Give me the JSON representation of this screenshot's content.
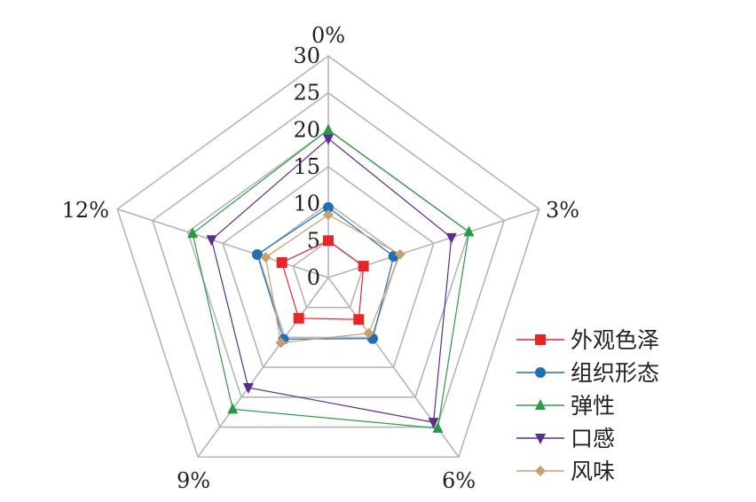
{
  "chart_data": {
    "type": "radar",
    "title": "",
    "axes": [
      "0%",
      "3%",
      "6%",
      "9%",
      "12%"
    ],
    "rlim": [
      0,
      30
    ],
    "rticks": [
      0,
      5,
      10,
      15,
      20,
      25,
      30
    ],
    "grid": true,
    "legend_position": "bottom-right",
    "series": [
      {
        "name": "外观色泽",
        "color": "#e8262a",
        "marker": "square",
        "values": [
          5.0,
          5.0,
          7.0,
          6.8,
          6.6
        ]
      },
      {
        "name": "组织形态",
        "color": "#1f6fb5",
        "marker": "circle",
        "values": [
          9.5,
          9.3,
          10.2,
          10.3,
          10.1
        ]
      },
      {
        "name": "弹性",
        "color": "#2a9a46",
        "marker": "triangle-up",
        "values": [
          20.0,
          20.0,
          25.2,
          22.0,
          19.3
        ]
      },
      {
        "name": "口感",
        "color": "#5b2d8e",
        "marker": "triangle-down",
        "values": [
          18.8,
          17.5,
          24.2,
          18.4,
          16.6
        ]
      },
      {
        "name": "风味",
        "color": "#c8a06e",
        "marker": "diamond",
        "values": [
          8.5,
          10.2,
          9.3,
          10.9,
          8.9
        ]
      }
    ]
  }
}
